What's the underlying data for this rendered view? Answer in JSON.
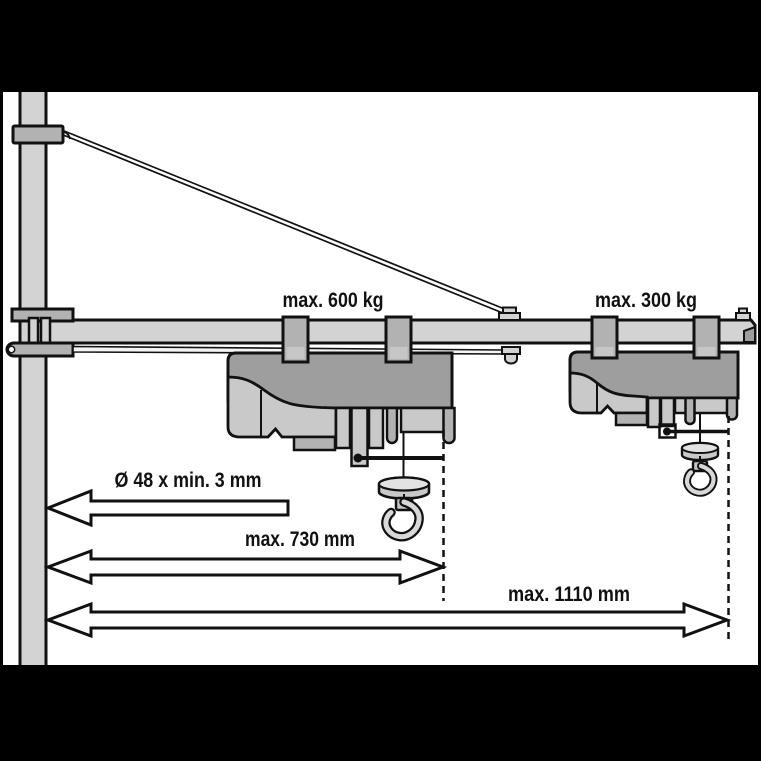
{
  "diagram": {
    "type": "technical-illustration",
    "labels": {
      "capacity_left": "max. 600 kg",
      "capacity_right": "max. 300 kg",
      "pole_spec": "Ø 48 x min. 3 mm",
      "reach_mid": "max. 730 mm",
      "reach_max": "max. 1110 mm"
    },
    "colors": {
      "letterbox": "#000000",
      "canvas": "#ffffff",
      "line": "#111111",
      "steel_light": "#d3d3d3",
      "steel_mid": "#b2b2b2",
      "steel_dark": "#9e9e9e",
      "steel_pale": "#c9c9c9"
    }
  }
}
